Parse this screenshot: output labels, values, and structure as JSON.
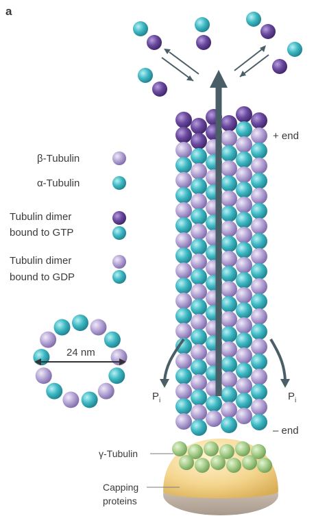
{
  "panel_label": "a",
  "legend": {
    "beta": "β-Tubulin",
    "alpha": "α-Tubulin",
    "gtp_line1": "Tubulin dimer",
    "gtp_line2": "bound to GTP",
    "gdp_line1": "Tubulin dimer",
    "gdp_line2": "bound to GDP"
  },
  "ring_label": "24 nm",
  "labels": {
    "plus_end": "+ end",
    "minus_end": "– end",
    "phosphate": "P",
    "phosphate_sub": "i",
    "gamma": "γ-Tubulin",
    "capping1": "Capping",
    "capping2": "proteins"
  },
  "colors": {
    "alpha": "#3fb9c4",
    "beta": "#b6a6d6",
    "gtp_beta": "#6b4a9e",
    "gamma": "#a8cf8c",
    "cap": "#f4d58d",
    "cap_base": "#cfc2b4",
    "arrow": "#4a5e68"
  }
}
